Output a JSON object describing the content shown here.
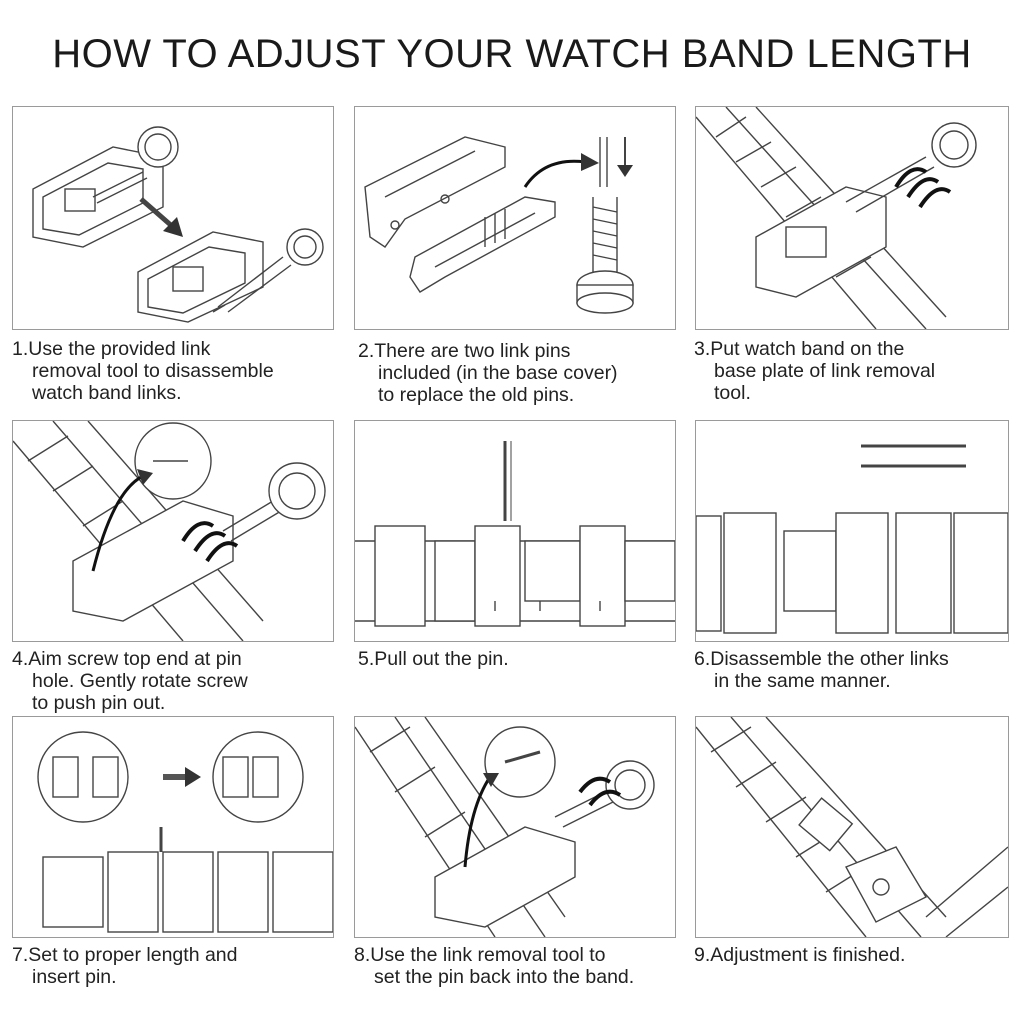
{
  "title": "HOW TO ADJUST YOUR WATCH BAND LENGTH",
  "steps": [
    {
      "lines": [
        "1.Use the provided link",
        "removal tool to disassemble",
        "watch band links."
      ],
      "illustration": "link-removal-tool-icon"
    },
    {
      "lines": [
        "2.There are two link pins",
        "included (in the base cover)",
        "to replace the old pins."
      ],
      "illustration": "base-cover-pins-icon"
    },
    {
      "lines": [
        "3.Put watch band on the",
        "base plate of link removal",
        "tool."
      ],
      "illustration": "band-on-tool-icon"
    },
    {
      "lines": [
        "4.Aim screw top end at pin",
        "hole. Gently rotate screw",
        "to push pin out."
      ],
      "illustration": "rotate-screw-icon"
    },
    {
      "lines": [
        "5.Pull out the pin."
      ],
      "illustration": "pull-pin-icon"
    },
    {
      "lines": [
        "6.Disassemble the other links",
        "in the same manner."
      ],
      "illustration": "disassembled-links-icon"
    },
    {
      "lines": [
        "7.Set to proper length and",
        "insert pin."
      ],
      "illustration": "insert-pin-icon"
    },
    {
      "lines": [
        "8.Use the link removal tool to",
        "set the pin back into the band."
      ],
      "illustration": "set-pin-back-icon"
    },
    {
      "lines": [
        "9.Adjustment is finished."
      ],
      "illustration": "finished-band-icon"
    }
  ]
}
